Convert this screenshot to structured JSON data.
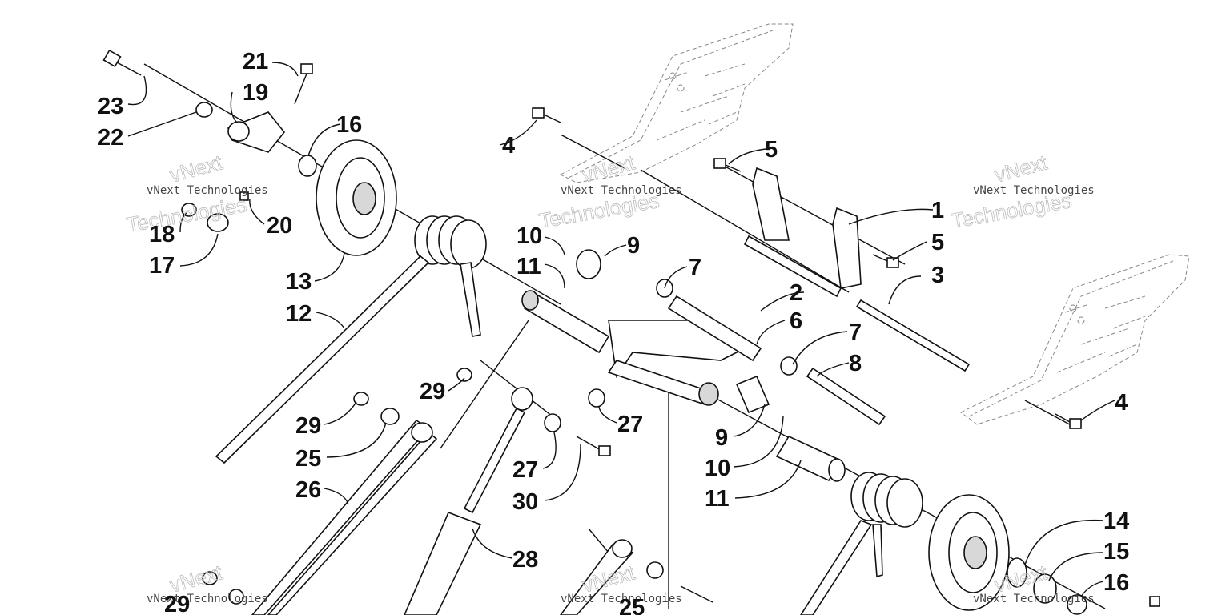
{
  "callouts": [
    {
      "id": "c1",
      "text": "1"
    },
    {
      "id": "c2",
      "text": "2"
    },
    {
      "id": "c3",
      "text": "3"
    },
    {
      "id": "c4a",
      "text": "4"
    },
    {
      "id": "c4b",
      "text": "4"
    },
    {
      "id": "c5a",
      "text": "5"
    },
    {
      "id": "c5b",
      "text": "5"
    },
    {
      "id": "c6",
      "text": "6"
    },
    {
      "id": "c7a",
      "text": "7"
    },
    {
      "id": "c7b",
      "text": "7"
    },
    {
      "id": "c8",
      "text": "8"
    },
    {
      "id": "c9a",
      "text": "9"
    },
    {
      "id": "c9b",
      "text": "9"
    },
    {
      "id": "c10a",
      "text": "10"
    },
    {
      "id": "c10b",
      "text": "10"
    },
    {
      "id": "c11a",
      "text": "11"
    },
    {
      "id": "c11b",
      "text": "11"
    },
    {
      "id": "c12",
      "text": "12"
    },
    {
      "id": "c13",
      "text": "13"
    },
    {
      "id": "c14",
      "text": "14"
    },
    {
      "id": "c15",
      "text": "15"
    },
    {
      "id": "c16a",
      "text": "16"
    },
    {
      "id": "c16b",
      "text": "16"
    },
    {
      "id": "c17",
      "text": "17"
    },
    {
      "id": "c18",
      "text": "18"
    },
    {
      "id": "c19",
      "text": "19"
    },
    {
      "id": "c20",
      "text": "20"
    },
    {
      "id": "c21",
      "text": "21"
    },
    {
      "id": "c22",
      "text": "22"
    },
    {
      "id": "c23",
      "text": "23"
    },
    {
      "id": "c25",
      "text": "25"
    },
    {
      "id": "c26",
      "text": "26"
    },
    {
      "id": "c27a",
      "text": "27"
    },
    {
      "id": "c27b",
      "text": "27"
    },
    {
      "id": "c28",
      "text": "28"
    },
    {
      "id": "c29a",
      "text": "29"
    },
    {
      "id": "c29b",
      "text": "29"
    },
    {
      "id": "c29c",
      "text": "29"
    },
    {
      "id": "c30",
      "text": "30"
    },
    {
      "id": "c25b",
      "text": "25"
    }
  ],
  "watermark": {
    "line1": "vNext Technologies",
    "brand": "vNext",
    "suffix": "Technologies"
  }
}
